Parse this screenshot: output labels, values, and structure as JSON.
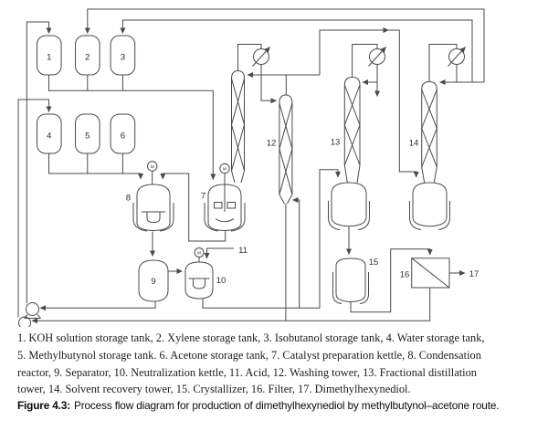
{
  "figure": {
    "caption_prefix": "Figure 4.3:",
    "caption_text": "Process flow diagram for production of dimethylhexynediol by methylbutynol–acetone route.",
    "legend_lines": [
      "1. KOH solution storage tank, 2. Xylene storage tank, 3. Isobutanol storage tank, 4. Water storage tank,",
      "5. Methylbutynol storage tank. 6. Acetone storage tank, 7. Catalyst preparation kettle, 8. Condensation",
      "reactor, 9. Separator, 10. Neutralization kettle, 11. Acid, 12. Washing tower, 13. Fractional distillation",
      "tower, 14. Solvent recovery tower, 15. Crystallizer, 16. Filter, 17. Dimethylhexynediol."
    ]
  },
  "equipment": [
    {
      "id": "1",
      "name": "KOH solution storage tank"
    },
    {
      "id": "2",
      "name": "Xylene storage tank"
    },
    {
      "id": "3",
      "name": "Isobutanol storage tank"
    },
    {
      "id": "4",
      "name": "Water storage tank"
    },
    {
      "id": "5",
      "name": "Methylbutynol storage tank"
    },
    {
      "id": "6",
      "name": "Acetone storage tank"
    },
    {
      "id": "7",
      "name": "Catalyst preparation kettle"
    },
    {
      "id": "8",
      "name": "Condensation reactor"
    },
    {
      "id": "9",
      "name": "Separator"
    },
    {
      "id": "10",
      "name": "Neutralization kettle"
    },
    {
      "id": "11",
      "name": "Acid"
    },
    {
      "id": "12",
      "name": "Washing tower"
    },
    {
      "id": "13",
      "name": "Fractional distillation tower"
    },
    {
      "id": "14",
      "name": "Solvent recovery tower"
    },
    {
      "id": "15",
      "name": "Crystallizer"
    },
    {
      "id": "16",
      "name": "Filter"
    },
    {
      "id": "17",
      "name": "Dimethylhexynediol"
    }
  ],
  "motor_label": "M",
  "colors": {
    "line": "#4a4a4a",
    "text": "#1c1c1c",
    "background": "#ffffff"
  }
}
